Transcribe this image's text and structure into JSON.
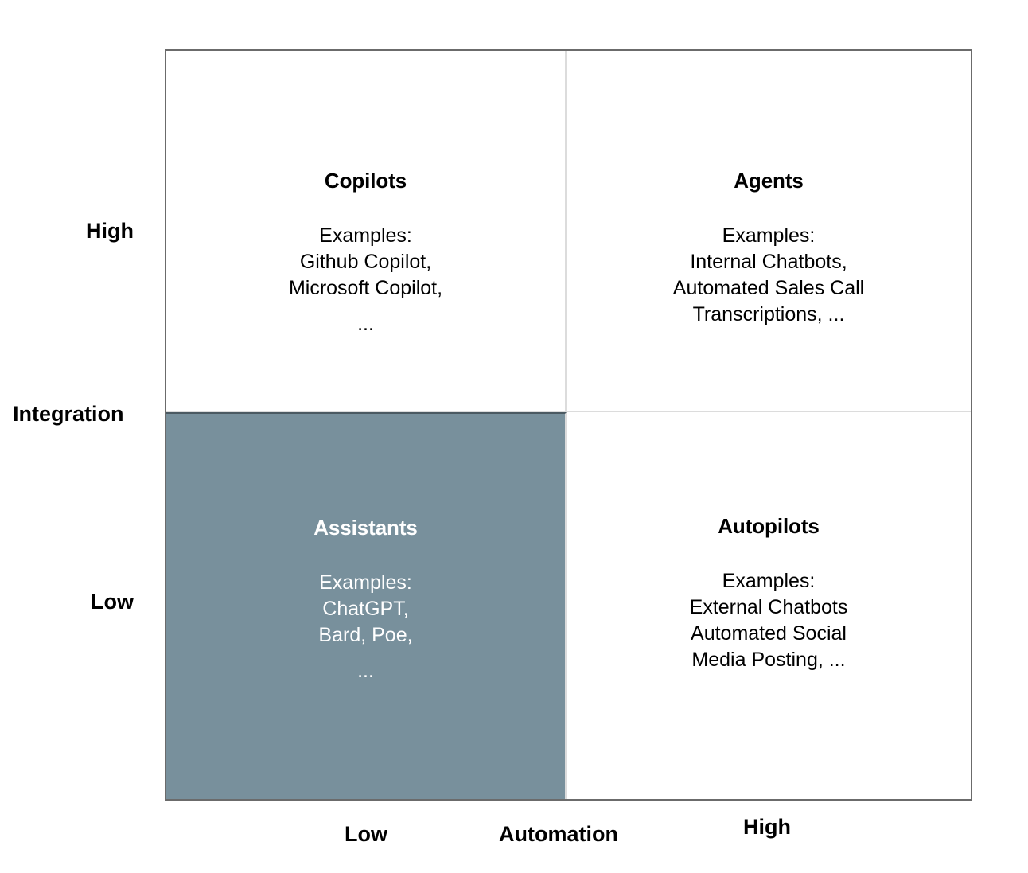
{
  "chart_data": {
    "type": "table",
    "title": "",
    "xlabel": "Automation",
    "ylabel": "Integration",
    "x_ticks": [
      "Low",
      "High"
    ],
    "y_ticks": [
      "Low",
      "High"
    ],
    "grid": true,
    "legend": "none",
    "highlight_color": "#78909c",
    "border_color": "#6b6b6b",
    "divider_color": "#dcdcdc",
    "quadrants": [
      {
        "id": "copilots",
        "title": "Copilots",
        "automation": "Low",
        "integration": "High",
        "position": "top-left",
        "examples_label": "Examples:",
        "examples": [
          "Github Copilot,",
          "Microsoft Copilot,"
        ],
        "body": "Examples:\nGithub Copilot,\nMicrosoft Copilot,",
        "ellipsis": "...",
        "highlighted": false
      },
      {
        "id": "agents",
        "title": "Agents",
        "automation": "High",
        "integration": "High",
        "position": "top-right",
        "examples_label": "Examples:",
        "examples": [
          "Internal Chatbots,",
          "Automated Sales Call",
          "Transcriptions, ..."
        ],
        "body": "Examples:\nInternal Chatbots,\nAutomated Sales Call\nTranscriptions, ...",
        "ellipsis": "",
        "highlighted": false
      },
      {
        "id": "assistants",
        "title": "Assistants",
        "automation": "Low",
        "integration": "Low",
        "position": "bottom-left",
        "examples_label": "Examples:",
        "examples": [
          "ChatGPT,",
          "Bard, Poe,"
        ],
        "body": "Examples:\nChatGPT,\nBard, Poe,",
        "ellipsis": "...",
        "highlighted": true
      },
      {
        "id": "autopilots",
        "title": "Autopilots",
        "automation": "High",
        "integration": "Low",
        "position": "bottom-right",
        "examples_label": "Examples:",
        "examples": [
          "External Chatbots",
          "Automated Social",
          "Media Posting, ..."
        ],
        "body": "Examples:\nExternal Chatbots\nAutomated Social\nMedia Posting, ...",
        "ellipsis": "",
        "highlighted": false
      }
    ]
  },
  "axes": {
    "y": {
      "label": "Integration",
      "high": "High",
      "low": "Low"
    },
    "x": {
      "label": "Automation",
      "low": "Low",
      "high": "High"
    }
  }
}
